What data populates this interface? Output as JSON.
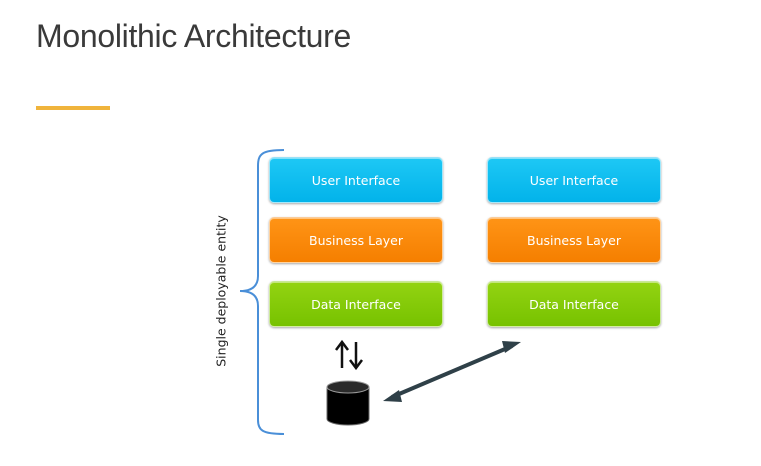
{
  "slide": {
    "title": "Monolithic Architecture"
  },
  "diagram": {
    "side_label": "Single deployable entity",
    "left_stack": {
      "user_interface": "User Interface",
      "business_layer": "Business Layer",
      "data_interface": "Data Interface"
    },
    "right_stack": {
      "user_interface": "User Interface",
      "business_layer": "Business Layer",
      "data_interface": "Data Interface"
    },
    "colors": {
      "user_interface": "#0bbdf0",
      "business_layer": "#f98a07",
      "data_interface": "#85cb08",
      "brace": "#4a8fd8",
      "accent_underline": "#f0b43c"
    },
    "icons": {
      "database": "database-icon",
      "sync_arrows": "up-down-arrows-icon",
      "connection_arrow": "double-headed-arrow-icon"
    }
  }
}
